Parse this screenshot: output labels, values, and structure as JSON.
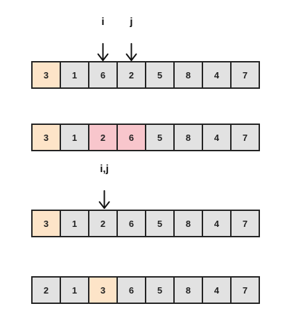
{
  "colors": {
    "default_fill": "#e2e2e2",
    "pivot_fill": "#fde4c8",
    "swap_fill": "#f8c6cc",
    "stroke": "#222222",
    "text": "#222222"
  },
  "arrays": [
    {
      "values": [
        "3",
        "1",
        "6",
        "2",
        "5",
        "8",
        "4",
        "7"
      ],
      "highlights": [
        "pivot",
        "none",
        "none",
        "none",
        "none",
        "none",
        "none",
        "none"
      ],
      "pointers": [
        {
          "label": "i",
          "index": 2
        },
        {
          "label": "j",
          "index": 3
        }
      ]
    },
    {
      "values": [
        "3",
        "1",
        "2",
        "6",
        "5",
        "8",
        "4",
        "7"
      ],
      "highlights": [
        "pivot",
        "none",
        "swap",
        "swap",
        "none",
        "none",
        "none",
        "none"
      ],
      "pointers": []
    },
    {
      "values": [
        "3",
        "1",
        "2",
        "6",
        "5",
        "8",
        "4",
        "7"
      ],
      "highlights": [
        "pivot",
        "none",
        "none",
        "none",
        "none",
        "none",
        "none",
        "none"
      ],
      "pointers": [
        {
          "label": "i,j",
          "index": 2
        }
      ]
    },
    {
      "values": [
        "2",
        "1",
        "3",
        "6",
        "5",
        "8",
        "4",
        "7"
      ],
      "highlights": [
        "none",
        "none",
        "pivot",
        "none",
        "none",
        "none",
        "none",
        "none"
      ],
      "pointers": []
    }
  ]
}
